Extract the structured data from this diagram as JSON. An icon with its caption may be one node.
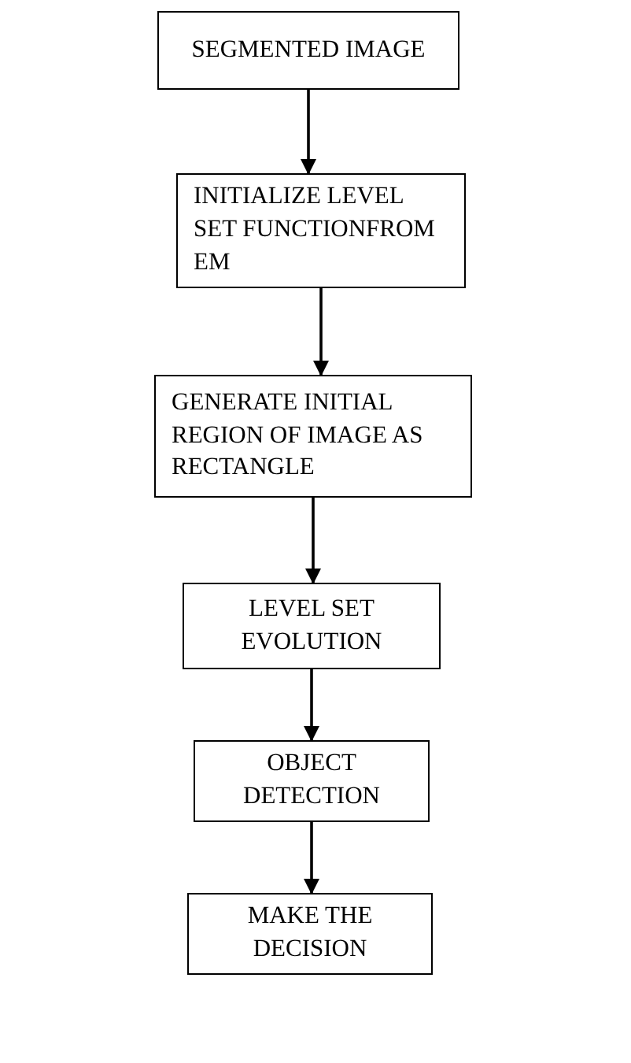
{
  "diagram": {
    "nodes": [
      {
        "text": [
          "SEGMENTED IMAGE"
        ]
      },
      {
        "text": [
          "INITIALIZE LEVEL SET FUNCTIONFROM EM"
        ]
      },
      {
        "text": [
          "GENERATE INITIAL REGION OF IMAGE AS RECTANGLE"
        ]
      },
      {
        "text": [
          "LEVEL SET EVOLUTION"
        ]
      },
      {
        "text": [
          "OBJECT DETECTION"
        ]
      },
      {
        "text": [
          "MAKE THE DECISION"
        ]
      }
    ],
    "edges": [
      {
        "from": 0,
        "to": 1,
        "arrow": "to"
      },
      {
        "from": 1,
        "to": 2,
        "arrow": "to"
      },
      {
        "from": 2,
        "to": 3,
        "arrow": "to"
      },
      {
        "from": 3,
        "to": 4,
        "arrow": "to"
      },
      {
        "from": 4,
        "to": 5,
        "arrow": "to"
      }
    ]
  }
}
